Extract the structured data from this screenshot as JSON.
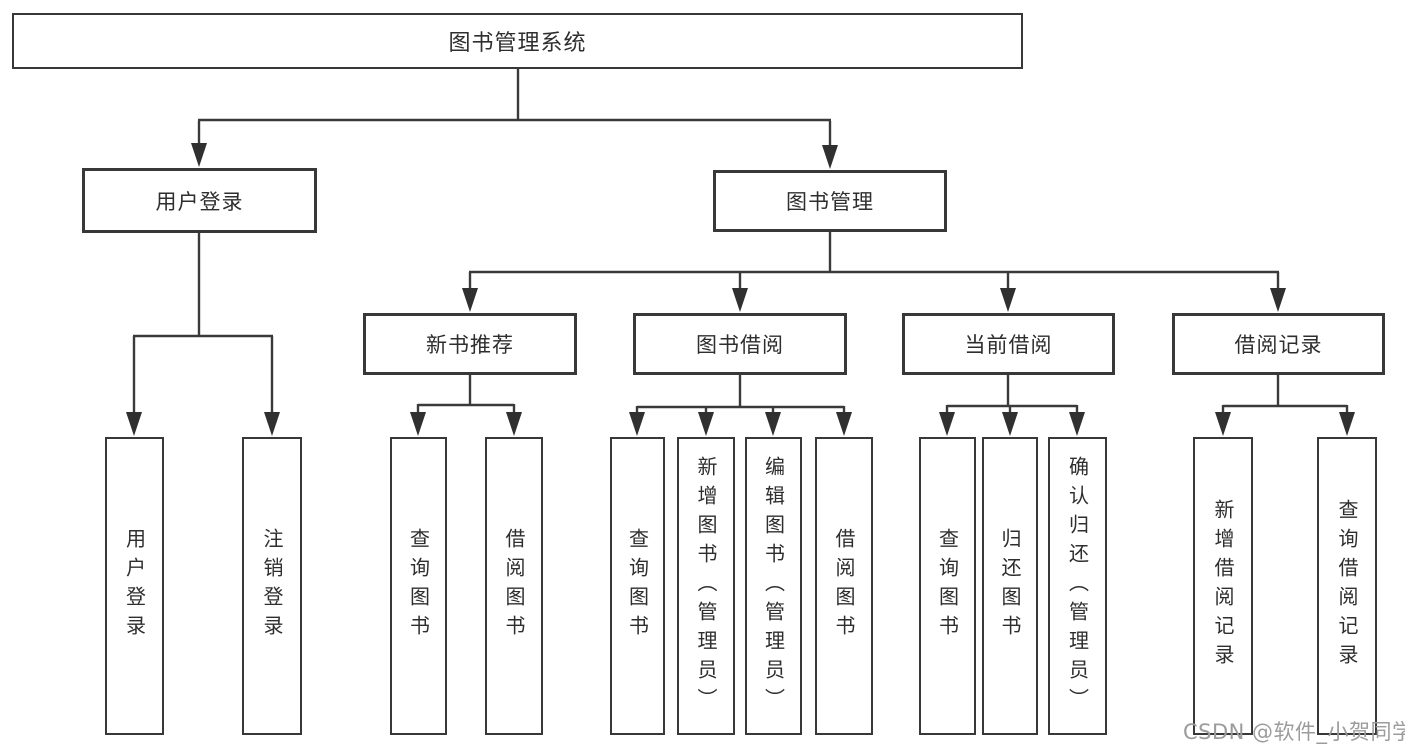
{
  "diagram": {
    "type": "hierarchy-tree",
    "title": "图书管理系统",
    "nodes": {
      "root": {
        "label": "图书管理系统"
      },
      "user_login": {
        "label": "用户登录"
      },
      "book_mgmt": {
        "label": "图书管理"
      },
      "new_book": {
        "label": "新书推荐"
      },
      "book_borrow": {
        "label": "图书借阅"
      },
      "current_borrow": {
        "label": "当前借阅"
      },
      "borrow_record": {
        "label": "借阅记录"
      },
      "leaf_user_login": {
        "label": "用户登录"
      },
      "leaf_logout": {
        "label": "注销登录"
      },
      "leaf_nb_query": {
        "label": "查询图书"
      },
      "leaf_nb_borrow": {
        "label": "借阅图书"
      },
      "leaf_bb_query": {
        "label": "查询图书"
      },
      "leaf_bb_add": {
        "label": "新增图书（管理员）"
      },
      "leaf_bb_edit": {
        "label": "编辑图书（管理员）"
      },
      "leaf_bb_borrow": {
        "label": "借阅图书"
      },
      "leaf_cb_query": {
        "label": "查询图书"
      },
      "leaf_cb_return": {
        "label": "归还图书"
      },
      "leaf_cb_confirm": {
        "label": "确认归还（管理员）"
      },
      "leaf_br_add": {
        "label": "新增借阅记录"
      },
      "leaf_br_query": {
        "label": "查询借阅记录"
      }
    },
    "edges": [
      [
        "root",
        "user_login"
      ],
      [
        "root",
        "book_mgmt"
      ],
      [
        "user_login",
        "leaf_user_login"
      ],
      [
        "user_login",
        "leaf_logout"
      ],
      [
        "book_mgmt",
        "new_book"
      ],
      [
        "book_mgmt",
        "book_borrow"
      ],
      [
        "book_mgmt",
        "current_borrow"
      ],
      [
        "book_mgmt",
        "borrow_record"
      ],
      [
        "new_book",
        "leaf_nb_query"
      ],
      [
        "new_book",
        "leaf_nb_borrow"
      ],
      [
        "book_borrow",
        "leaf_bb_query"
      ],
      [
        "book_borrow",
        "leaf_bb_add"
      ],
      [
        "book_borrow",
        "leaf_bb_edit"
      ],
      [
        "book_borrow",
        "leaf_bb_borrow"
      ],
      [
        "current_borrow",
        "leaf_cb_query"
      ],
      [
        "current_borrow",
        "leaf_cb_return"
      ],
      [
        "current_borrow",
        "leaf_cb_confirm"
      ],
      [
        "borrow_record",
        "leaf_br_add"
      ],
      [
        "borrow_record",
        "leaf_br_query"
      ]
    ]
  },
  "watermark": {
    "text": "CSDN @软件_小贺同学",
    "color": "#9c9c9c"
  },
  "colors": {
    "background": "#ffffff",
    "box_border": "#383838",
    "line": "#3a3a3a",
    "arrow": "#303030",
    "text": "#2e2e2e"
  }
}
